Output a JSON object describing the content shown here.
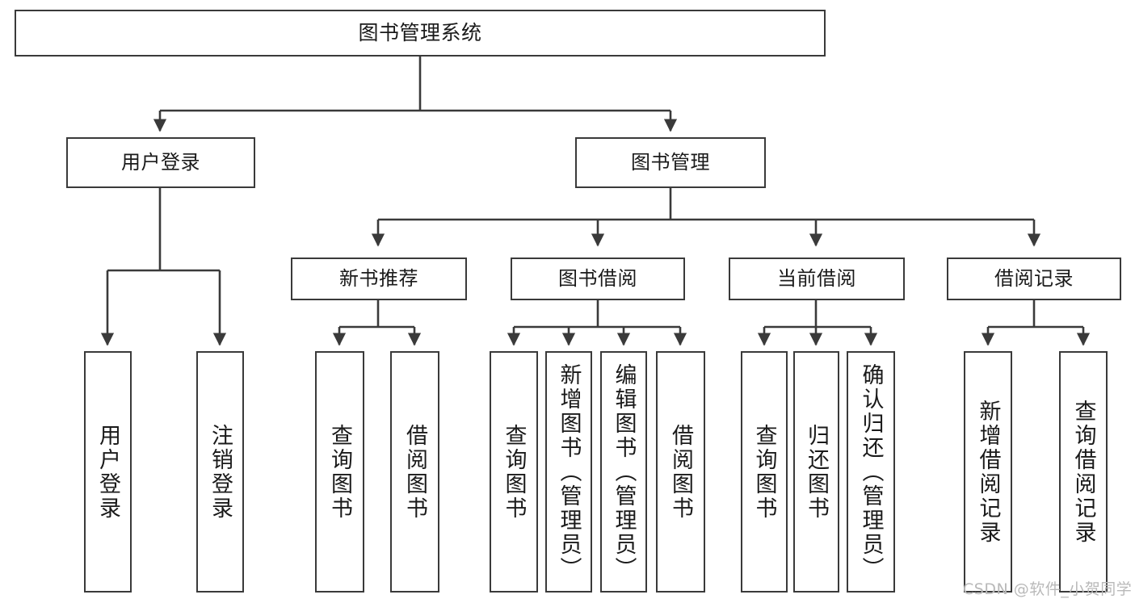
{
  "diagram": {
    "title": "图书管理系统",
    "watermark": "CSDN @软件_小贺同学",
    "stroke_color": "#3a3a3a",
    "text_color": "#1a1a1a",
    "background": "#ffffff",
    "levels": {
      "root": {
        "label": "图书管理系统"
      },
      "level2": [
        {
          "label": "用户登录"
        },
        {
          "label": "图书管理"
        }
      ],
      "level3": [
        {
          "label": "新书推荐"
        },
        {
          "label": "图书借阅"
        },
        {
          "label": "当前借阅"
        },
        {
          "label": "借阅记录"
        }
      ],
      "leaves": {
        "user_login": [
          {
            "label": "用户登录"
          },
          {
            "label": "注销登录"
          }
        ],
        "new_book_recommend": [
          {
            "label": "查询图书"
          },
          {
            "label": "借阅图书"
          }
        ],
        "book_borrow": [
          {
            "label": "查询图书"
          },
          {
            "label": "新增图书（管理员）"
          },
          {
            "label": "编辑图书（管理员）"
          },
          {
            "label": "借阅图书"
          }
        ],
        "current_borrow": [
          {
            "label": "查询图书"
          },
          {
            "label": "归还图书"
          },
          {
            "label": "确认归还（管理员）"
          }
        ],
        "borrow_record": [
          {
            "label": "新增借阅记录"
          },
          {
            "label": "查询借阅记录"
          }
        ]
      }
    }
  }
}
